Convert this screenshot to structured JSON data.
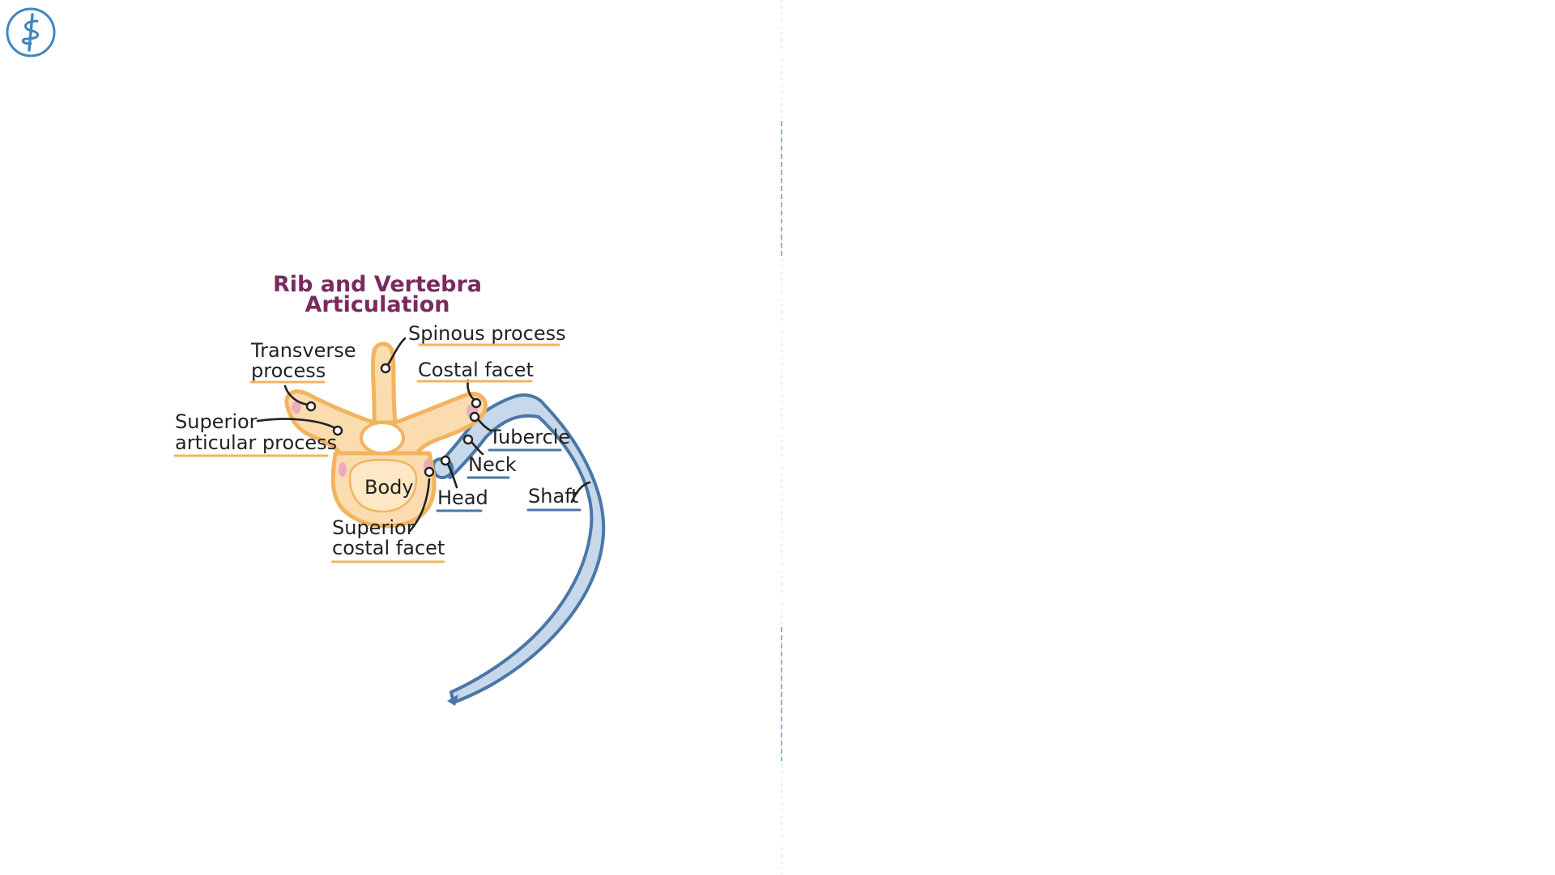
{
  "diagram": {
    "title_line1": "Rib and Vertebra",
    "title_line2": "Articulation",
    "labels": {
      "spinous_process": "Spinous process",
      "transverse_process_1": "Transverse",
      "transverse_process_2": "process",
      "costal_facet": "Costal facet",
      "superior_articular_process_1": "Superior",
      "superior_articular_process_2": "articular process",
      "tubercle": "Tubercle",
      "neck": "Neck",
      "body": "Body",
      "head": "Head",
      "shaft": "Shaft",
      "superior_costal_facet_1": "Superior",
      "superior_costal_facet_2": "costal facet"
    }
  },
  "colors": {
    "title": "#7a2a5e",
    "vertebra_fill": "#fbdcae",
    "vertebra_outline": "#f2b45e",
    "rib_fill": "#c7d8ea",
    "rib_outline": "#4a77a8",
    "facet_highlight": "#e7a0c0",
    "label_text": "#222222",
    "divider": "#a9cbe6",
    "logo": "#3f86c0"
  },
  "logo": {
    "icon": "medical-caduceus-icon"
  }
}
